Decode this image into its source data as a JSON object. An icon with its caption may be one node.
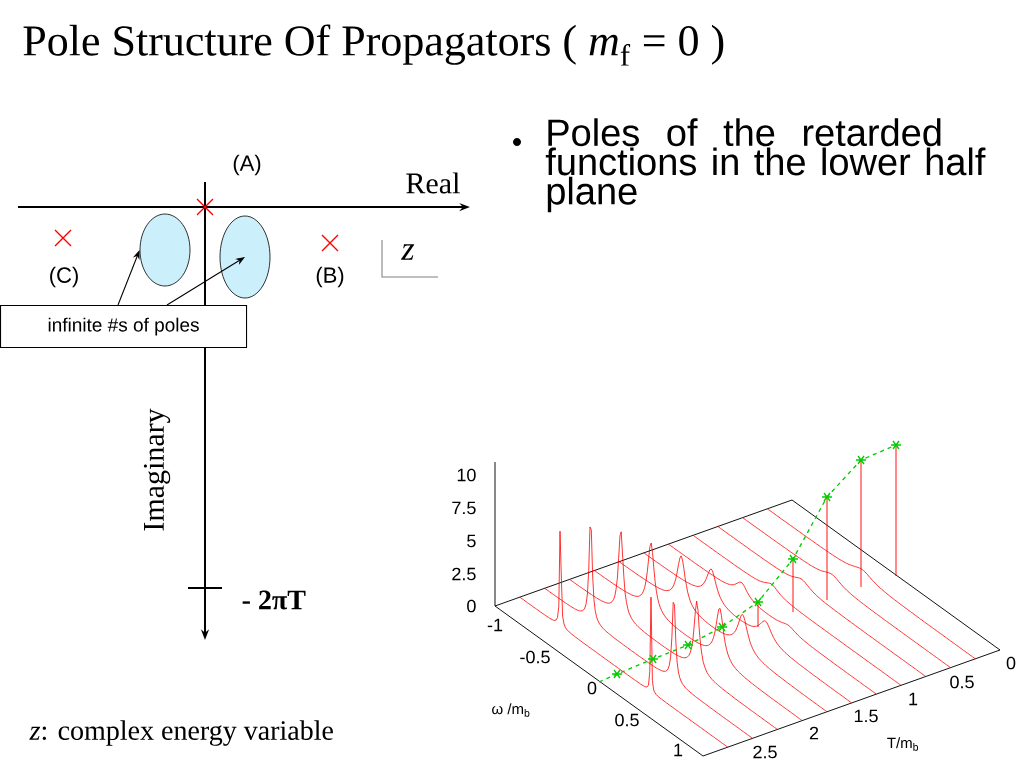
{
  "diagram": {
    "title": "Pole Structure Of Propagators   ( *m*$_{f}$ = 0 )",
    "nodes": [
      {
        "text": [
          "infinite #s of  poles"
        ]
      },
      {
        "text": [],
        "shape": "ellipse"
      },
      {
        "text": [],
        "shape": "ellipse"
      }
    ],
    "edges": [
      {
        "from": 0,
        "to": 1,
        "arrow": "to"
      },
      {
        "from": 0,
        "to": 2,
        "arrow": "to"
      }
    ],
    "labels": [
      "(A)",
      "Real",
      "(C)",
      "(B)",
      "z",
      "Imaginary",
      "- 2πT",
      "*z*: complex energy variable",
      "Poles of the retarded functions in the lower half plane",
      "10",
      "7.5",
      "5",
      "2.5",
      "0",
      "-1",
      "-0.5",
      "0",
      "0.5",
      "1",
      "ω /m$_{b}$",
      "0",
      "0.5",
      "1",
      "1.5",
      "2",
      "2.5",
      "T/m$_{b}$"
    ]
  }
}
